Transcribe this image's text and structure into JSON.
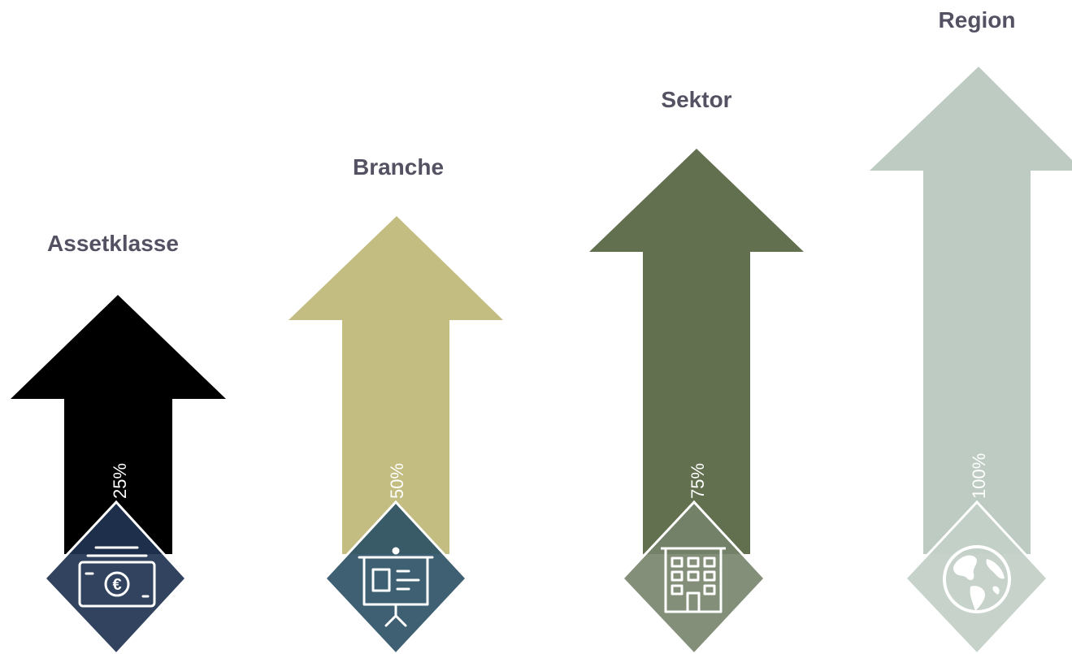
{
  "steps": [
    {
      "label": "Assetklasse",
      "percent": "25%",
      "level": 0.25,
      "arrow_color": "#000000",
      "diamond_color": "#1f3350",
      "icon": "euro-banknote-icon"
    },
    {
      "label": "Branche",
      "percent": "50%",
      "level": 0.5,
      "arrow_color": "#c3bd82",
      "diamond_color": "#2e5366",
      "icon": "presentation-board-icon"
    },
    {
      "label": "Sektor",
      "percent": "75%",
      "level": 0.75,
      "arrow_color": "#627050",
      "diamond_color": "#76836a",
      "icon": "office-building-icon"
    },
    {
      "label": "Region",
      "percent": "100%",
      "level": 1.0,
      "arrow_color": "#bdcbc2",
      "diamond_color": "#c3d0c7",
      "icon": "globe-icon"
    }
  ]
}
